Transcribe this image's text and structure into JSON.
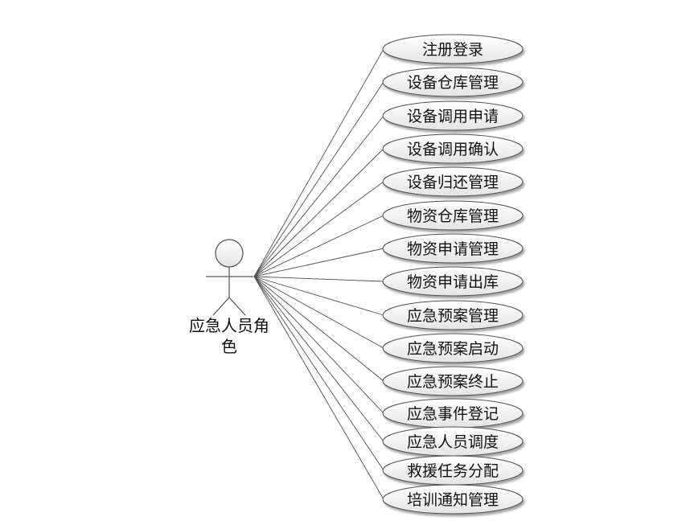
{
  "actor": {
    "label_line1": "应急人员角",
    "label_line2": "色"
  },
  "use_cases": [
    "注册登录",
    "设备仓库管理",
    "设备调用申请",
    "设备调用确认",
    "设备归还管理",
    "物资仓库管理",
    "物资申请管理",
    "物资申请出库",
    "应急预案管理",
    "应急预案启动",
    "应急预案终止",
    "应急事件登记",
    "应急人员调度",
    "救援任务分配",
    "培训通知管理"
  ],
  "colors": {
    "stroke": "#505050",
    "ellipse_fill_top": "#ffffff",
    "ellipse_fill_bottom": "#e4e4e4",
    "text": "#111111"
  }
}
